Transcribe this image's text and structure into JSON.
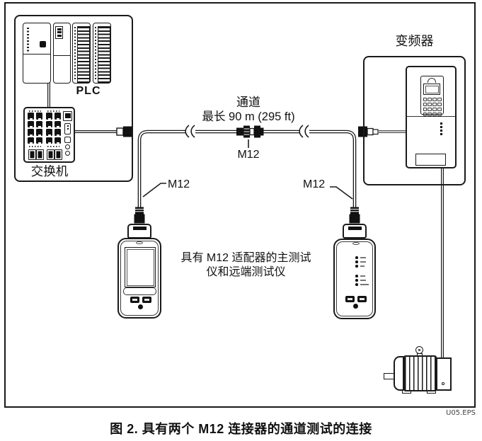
{
  "figure": {
    "caption": "图 2. 具有两个 M12 连接器的通道测试的连接",
    "eps_label": "U05.EPS"
  },
  "labels": {
    "plc": "PLC",
    "switch_label": "交换机",
    "vfd": "变频器",
    "channel_title": "通道",
    "channel_length": "最长 90 m (295 ft)",
    "m12_left": "M12",
    "m12_middle": "M12",
    "m12_right": "M12",
    "tester_note_line1": "具有 M12 适配器的主测试",
    "tester_note_line2": "仪和远端测试仪"
  },
  "colors": {
    "line": "#1a1a1a",
    "text": "#111111",
    "eps_text": "#444444",
    "background": "#ffffff"
  }
}
